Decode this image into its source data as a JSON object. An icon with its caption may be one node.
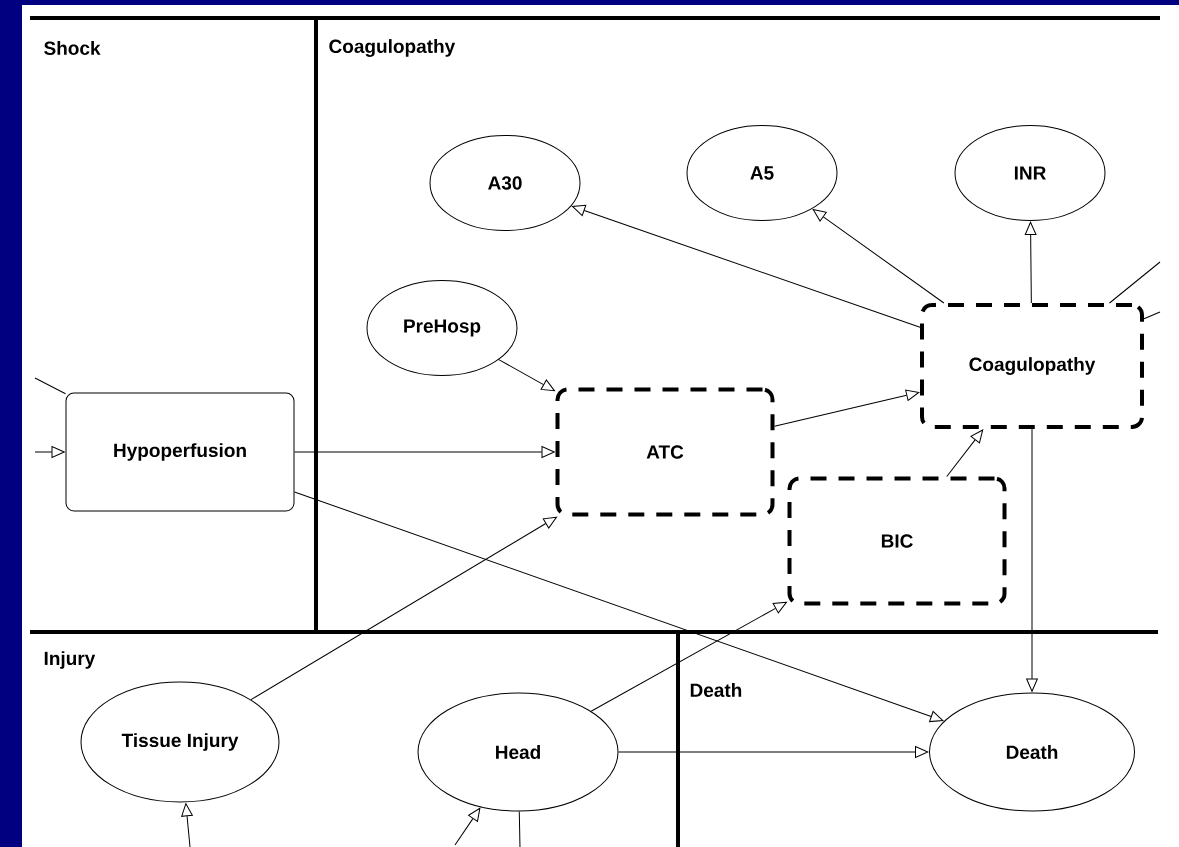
{
  "diagram": {
    "nodes": [
      {
        "text": [
          "A30"
        ]
      },
      {
        "text": [
          "A5"
        ]
      },
      {
        "text": [
          "INR"
        ]
      },
      {
        "text": [
          "PreHosp"
        ]
      },
      {
        "text": [
          "Coagulopathy"
        ]
      },
      {
        "text": [
          "Hypoperfusion"
        ]
      },
      {
        "text": [
          "ATC"
        ]
      },
      {
        "text": [
          "BIC"
        ]
      },
      {
        "text": [
          "Tissue Injury"
        ]
      },
      {
        "text": [
          "Head"
        ]
      },
      {
        "text": [
          "Death"
        ]
      }
    ],
    "edges": [
      {
        "from": 4,
        "to": 0,
        "arrow": "to"
      },
      {
        "from": 4,
        "to": 1,
        "arrow": "to"
      },
      {
        "from": 4,
        "to": 2,
        "arrow": "to"
      },
      {
        "from": 3,
        "to": 6,
        "arrow": "to"
      },
      {
        "from": 5,
        "to": 6,
        "arrow": "to"
      },
      {
        "from": 6,
        "to": 4,
        "arrow": "to"
      },
      {
        "from": 7,
        "to": 4,
        "arrow": "to"
      },
      {
        "from": 8,
        "to": 6,
        "arrow": "to"
      },
      {
        "from": 9,
        "to": 7,
        "arrow": "to"
      },
      {
        "from": 9,
        "to": 10,
        "arrow": "to"
      },
      {
        "from": 5,
        "to": 10,
        "arrow": "to"
      },
      {
        "from": 4,
        "to": 10,
        "arrow": "to"
      },
      {
        "from": null,
        "to": 5,
        "arrow": "to"
      },
      {
        "from": 5,
        "to": null,
        "arrow": "none"
      },
      {
        "from": 4,
        "to": null,
        "arrow": "none"
      },
      {
        "from": 4,
        "to": null,
        "arrow": "none"
      },
      {
        "from": null,
        "to": 8,
        "arrow": "to"
      },
      {
        "from": null,
        "to": 9,
        "arrow": "to"
      },
      {
        "from": 9,
        "to": null,
        "arrow": "none"
      }
    ],
    "labels": [
      "Shock",
      "Coagulopathy",
      "Injury",
      "Death"
    ]
  }
}
